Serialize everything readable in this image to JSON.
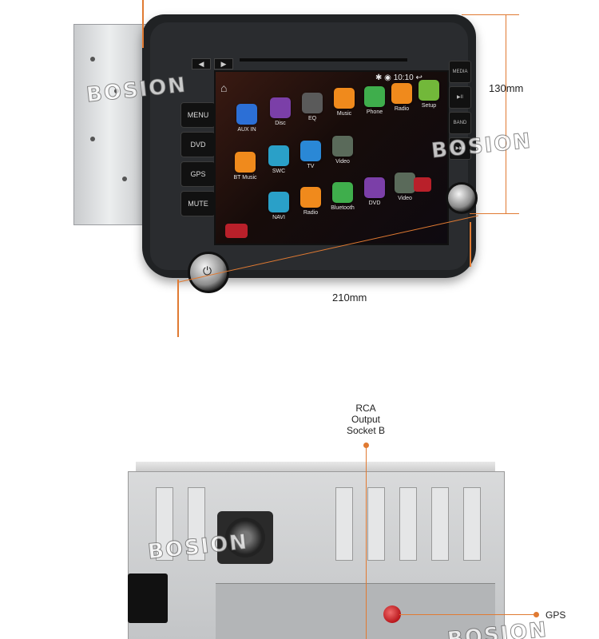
{
  "watermark": "BOSION",
  "colors": {
    "accent_line": "#e07a32",
    "unit_body": "#202224",
    "button_red": "#b9202a"
  },
  "device": {
    "status_time": "10:10",
    "side_buttons": [
      "MENU",
      "DVD",
      "GPS",
      "MUTE"
    ],
    "right_buttons": [
      "MEDIA",
      "▶II",
      "BAND",
      "▶▶I"
    ],
    "apps": [
      {
        "label": "AUX IN",
        "color": "#2c6fd6",
        "icon": "aux-icon"
      },
      {
        "label": "Disc",
        "color": "#7b3fa8",
        "icon": "disc-icon"
      },
      {
        "label": "EQ",
        "color": "#5a5a5a",
        "icon": "eq-icon"
      },
      {
        "label": "Music",
        "color": "#f08a1c",
        "icon": "music-icon"
      },
      {
        "label": "Phone",
        "color": "#3fae4c",
        "icon": "phone-icon"
      },
      {
        "label": "Radio",
        "color": "#f08a1c",
        "icon": "radio-icon"
      },
      {
        "label": "Setup",
        "color": "#72b83a",
        "icon": "settings-icon"
      },
      {
        "label": "BT Music",
        "color": "#f08a1c",
        "icon": "bt-music-icon"
      },
      {
        "label": "SWC",
        "color": "#2aa0c8",
        "icon": "steering-wheel-icon"
      },
      {
        "label": "TV",
        "color": "#2a88d6",
        "icon": "tv-icon"
      },
      {
        "label": "Video",
        "color": "#5a6a5a",
        "icon": "video-icon"
      },
      {
        "label": "NAVI",
        "color": "#2aa0c8",
        "icon": "navi-icon"
      },
      {
        "label": "Radio",
        "color": "#f08a1c",
        "icon": "radio-icon"
      },
      {
        "label": "Bluetooth",
        "color": "#3fae4c",
        "icon": "bluetooth-icon"
      },
      {
        "label": "DVD",
        "color": "#7b3fa8",
        "icon": "dvd-icon"
      },
      {
        "label": "Video",
        "color": "#5a6a5a",
        "icon": "video-icon"
      }
    ]
  },
  "dimensions": {
    "height": "130mm",
    "width": "210mm"
  },
  "callouts": {
    "rca": "RCA\nOutput\nSocket B",
    "gps": "GPS"
  }
}
